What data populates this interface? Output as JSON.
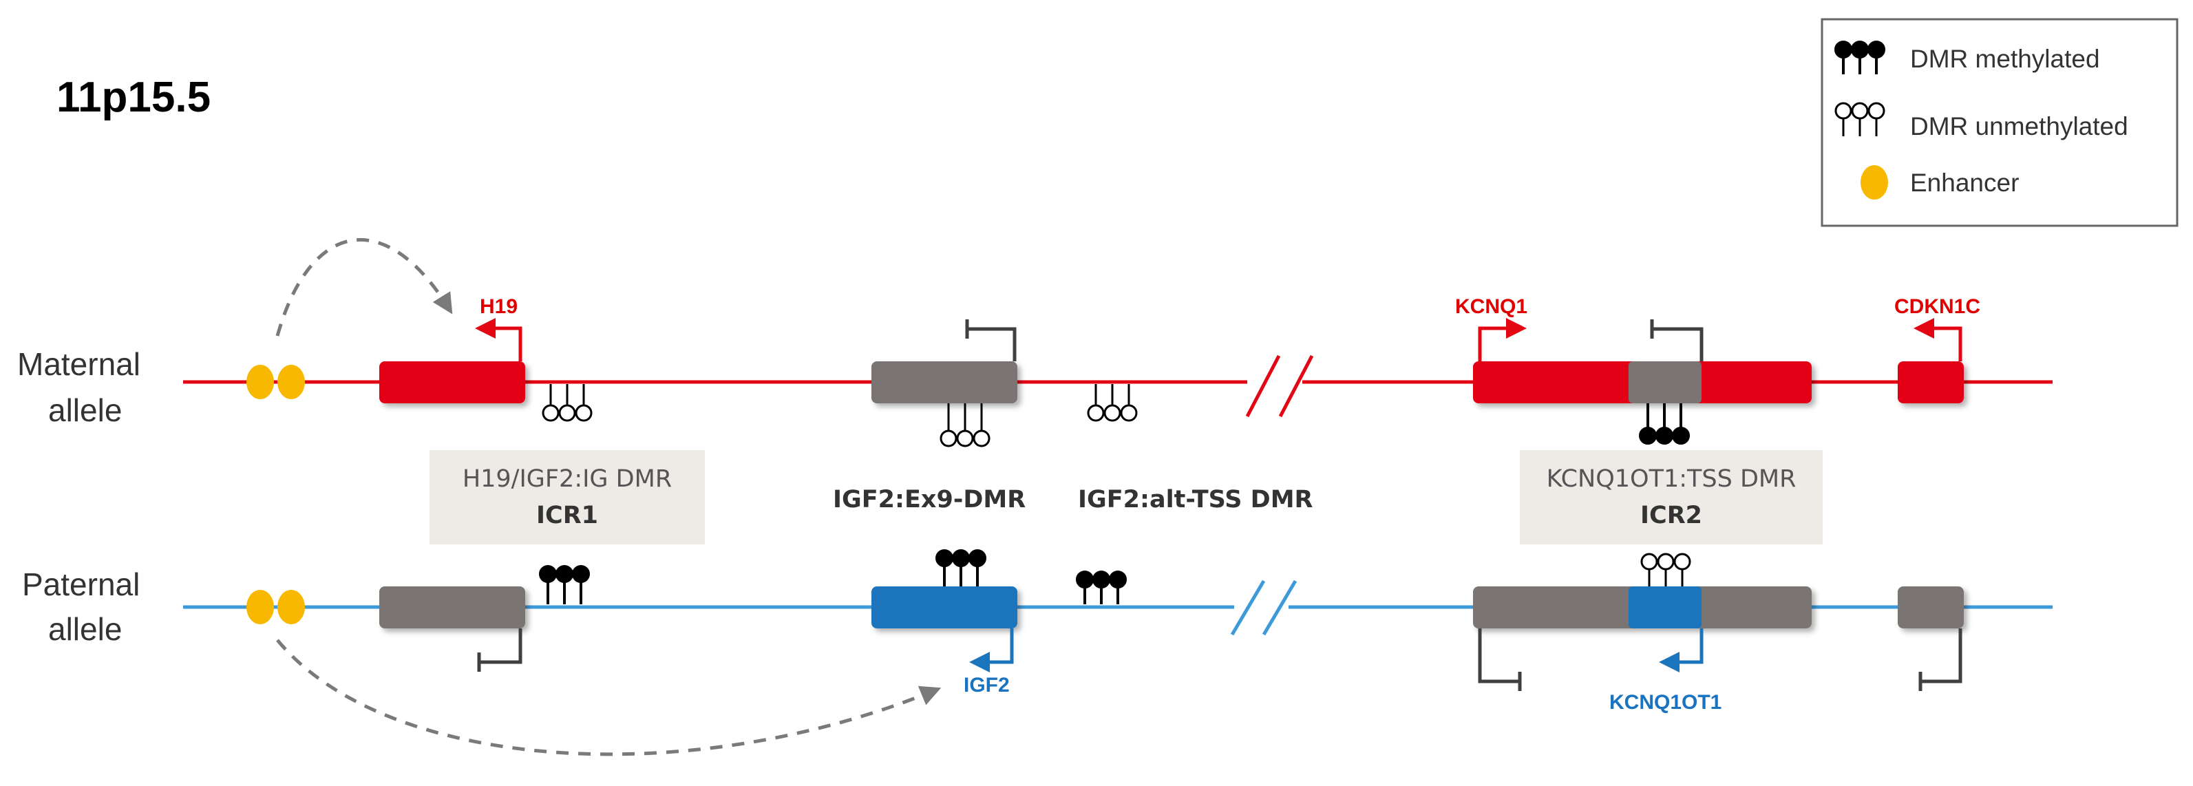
{
  "title": "11p15.5",
  "legend": {
    "methylated": "DMR methylated",
    "unmethylated": "DMR unmethylated",
    "enhancer": "Enhancer"
  },
  "alleles": {
    "maternal_line1": "Maternal",
    "maternal_line2": "allele",
    "paternal_line1": "Paternal",
    "paternal_line2": "allele"
  },
  "genes": {
    "h19": "H19",
    "kcnq1": "KCNQ1",
    "cdkn1c": "CDKN1C",
    "igf2": "IGF2",
    "kcnq1ot1": "KCNQ1OT1"
  },
  "dmrs": {
    "icr1_name": "H19/IGF2:IG DMR",
    "icr1_label": "ICR1",
    "ex9": "IGF2:Ex9-DMR",
    "alt_tss": "IGF2:alt-TSS DMR",
    "icr2_name": "KCNQ1OT1:TSS DMR",
    "icr2_label": "ICR2"
  },
  "colors": {
    "maternal": "#e30613",
    "paternal": "#3d9ad9",
    "expressed_paternal": "#1b75bc",
    "silenced": "#7a7472",
    "enhancer": "#f9b800"
  }
}
